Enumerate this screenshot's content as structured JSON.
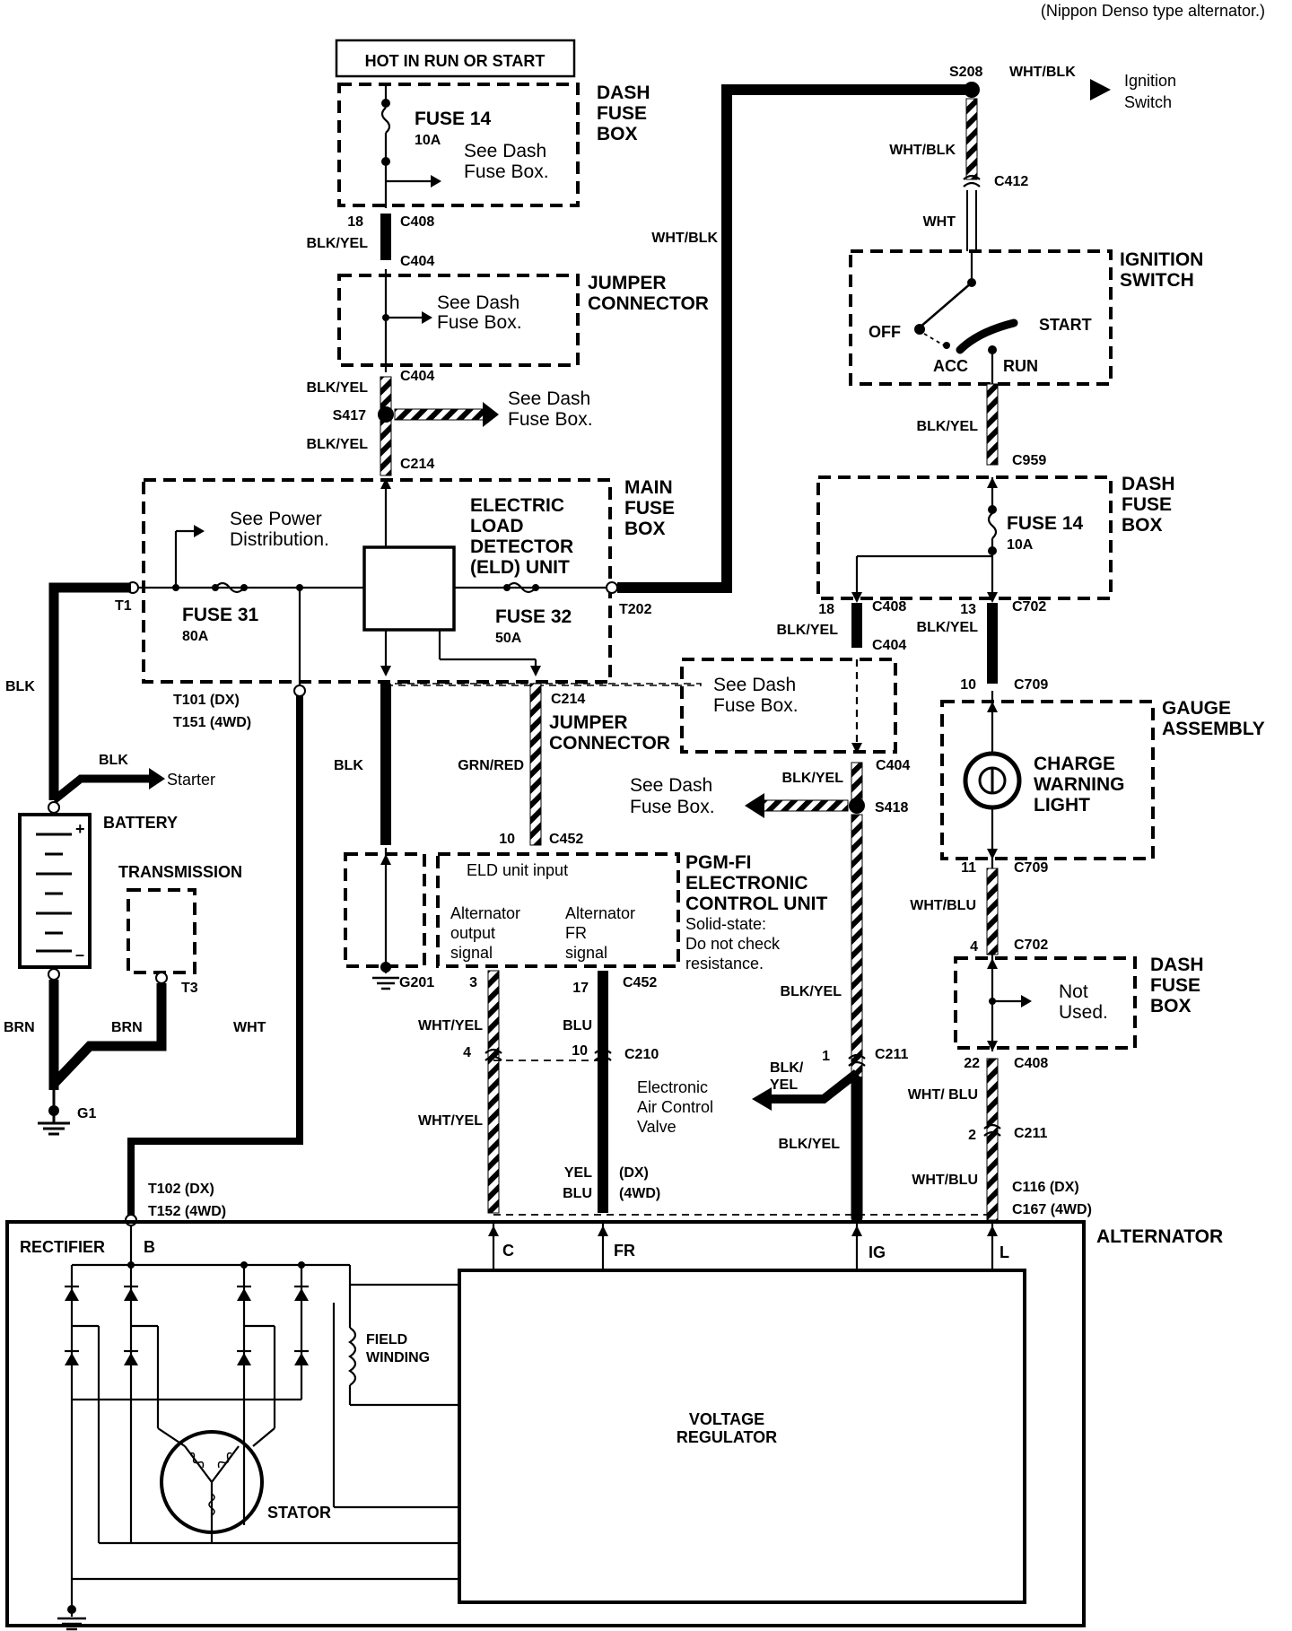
{
  "note": "(Nippon Denso type alternator.)",
  "hot": "HOT IN RUN OR START",
  "dfb1": {
    "title": [
      "DASH",
      "FUSE",
      "BOX"
    ],
    "fuse": "FUSE 14",
    "amp": "10A",
    "see": [
      "See Dash",
      "Fuse Box."
    ]
  },
  "c408": {
    "pin": "18",
    "name": "C408"
  },
  "blkyel": "BLK/YEL",
  "c404": "C404",
  "jc1": {
    "title": [
      "JUMPER",
      "CONNECTOR"
    ],
    "see": [
      "See Dash",
      "Fuse Box."
    ]
  },
  "s417": {
    "name": "S417",
    "see": [
      "See Dash",
      "Fuse Box."
    ]
  },
  "c214": "C214",
  "mfb": {
    "title": [
      "MAIN",
      "FUSE",
      "BOX"
    ],
    "see_power": [
      "See Power",
      "Distribution."
    ],
    "eld": [
      "ELECTRIC",
      "LOAD",
      "DETECTOR",
      "(ELD) UNIT"
    ],
    "fuse31": "FUSE 31",
    "amp31": "80A",
    "fuse32": "FUSE 32",
    "amp32": "50A",
    "t1": "T1",
    "t202": "T202",
    "t101": "T101 (DX)",
    "t151": "T151 (4WD)"
  },
  "whtblk": "WHT/BLK",
  "s208": "S208",
  "ignition": [
    "Ignition",
    "Switch"
  ],
  "c412": "C412",
  "wht": "WHT",
  "ign": {
    "title": [
      "IGNITION",
      "SWITCH"
    ],
    "off": "OFF",
    "acc": "ACC",
    "start": "START",
    "run": "RUN"
  },
  "c959": "C959",
  "dfb2": {
    "title": [
      "DASH",
      "FUSE",
      "BOX"
    ],
    "fuse": "FUSE 14",
    "amp": "10A"
  },
  "c408b": {
    "pin": "18",
    "name": "C408"
  },
  "c702": {
    "pin": "13",
    "name": "C702"
  },
  "dfb3": {
    "see": [
      "See Dash",
      "Fuse Box."
    ]
  },
  "c709a": {
    "pin": "10",
    "name": "C709"
  },
  "gauge": {
    "title": [
      "GAUGE",
      "ASSEMBLY"
    ],
    "light": [
      "CHARGE",
      "WARNING",
      "LIGHT"
    ]
  },
  "c709b": {
    "pin": "11",
    "name": "C709"
  },
  "whtblu": "WHT/BLU",
  "whtblu2": "WHT/ BLU",
  "c702b": {
    "pin": "4",
    "name": "C702"
  },
  "dfb4": {
    "title": [
      "DASH",
      "FUSE",
      "BOX"
    ],
    "text": [
      "Not",
      "Used."
    ]
  },
  "c408c": {
    "pin": "22",
    "name": "C408"
  },
  "c211a": {
    "pin": "2",
    "name": "C211"
  },
  "c116": "C116  (DX)",
  "c167": "C167  (4WD)",
  "blk": "BLK",
  "starter": "Starter",
  "battery": "BATTERY",
  "transmission": "TRANSMISSION",
  "t3": "T3",
  "brn": "BRN",
  "g1": "G1",
  "g201": "G201",
  "c214b": "C214",
  "jc2": [
    "JUMPER",
    "CONNECTOR"
  ],
  "grnred": "GRN/RED",
  "c452a": {
    "pin": "10",
    "name": "C452"
  },
  "ecu": {
    "eld_input": "ELD unit input",
    "alt_out": [
      "Alternator",
      "output",
      "signal"
    ],
    "alt_fr": [
      "Alternator",
      "FR",
      "signal"
    ],
    "title": [
      "PGM-FI",
      "ELECTRONIC",
      "CONTROL UNIT"
    ],
    "note": [
      "Solid-state:",
      "Do not check",
      "resistance."
    ]
  },
  "c452b": {
    "pin3": "3",
    "pin17": "17",
    "name": "C452"
  },
  "whtyel": "WHT/YEL",
  "blu": "BLU",
  "c210": {
    "pin4": "4",
    "pin10": "10",
    "name": "C210"
  },
  "yel": "YEL",
  "dx": "(DX)",
  "wd4": "(4WD)",
  "s418": {
    "name": "S418",
    "see": [
      "See Dash",
      "Fuse Box."
    ]
  },
  "c211b": {
    "pin": "1",
    "name": "C211"
  },
  "blkyel_split": [
    "BLK/",
    "YEL"
  ],
  "eacv": [
    "Electronic",
    "Air Control",
    "Valve"
  ],
  "t102": "T102  (DX)",
  "t152": "T152  (4WD)",
  "alternator": "ALTERNATOR",
  "rectifier": "RECTIFIER",
  "b": "B",
  "term": {
    "c": "C",
    "fr": "FR",
    "ig": "IG",
    "l": "L"
  },
  "field": [
    "FIELD",
    "WINDING"
  ],
  "vr": [
    "VOLTAGE",
    "REGULATOR"
  ],
  "stator": "STATOR"
}
